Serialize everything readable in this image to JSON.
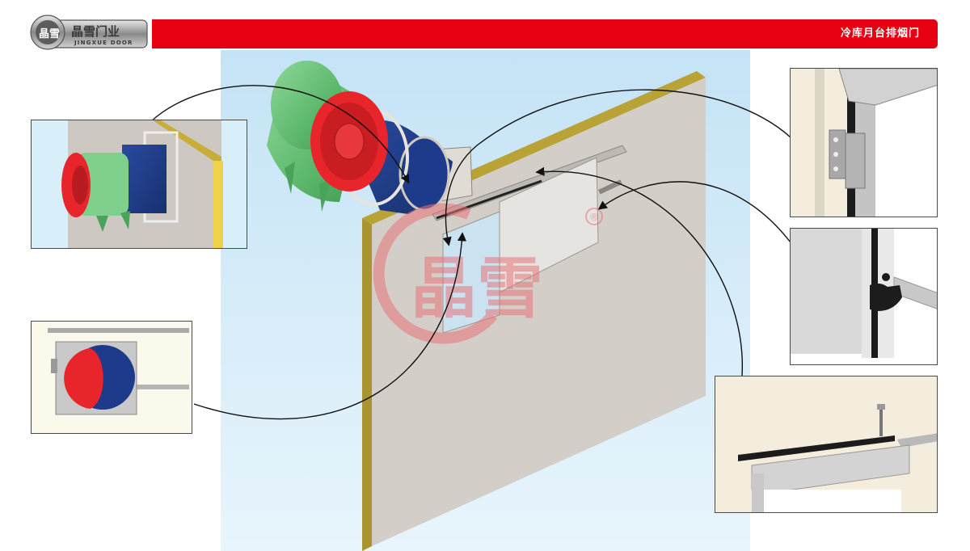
{
  "header": {
    "brand_cn": "晶雪门业",
    "brand_en": "JINGXUE DOOR",
    "logo_mark": "晶雪",
    "title": "冷库月台排烟门",
    "accent_color": "#e60012"
  },
  "main_illustration": {
    "background_color": "#cde8f7",
    "wall_color": "#d3cfc8",
    "wall_edge_color": "#a8952f",
    "fan_colors": {
      "housing": "#6cc17a",
      "rotor": "#e8252a",
      "duct": "#1e3a8a"
    },
    "watermark": {
      "text": "晶雪",
      "registered_mark": "®",
      "color": "#e8747a"
    }
  },
  "insets": [
    {
      "id": "fan-side-view",
      "description": "axial fan with flexible duct through wall opening"
    },
    {
      "id": "fan-front-view",
      "description": "fan rotor and duct seen through wall frame"
    },
    {
      "id": "hinge-detail-top",
      "description": "hinge bracket on door frame"
    },
    {
      "id": "latch-detail",
      "description": "black latch on door edge with rail"
    },
    {
      "id": "rail-header-detail",
      "description": "top rail and door header box"
    }
  ]
}
